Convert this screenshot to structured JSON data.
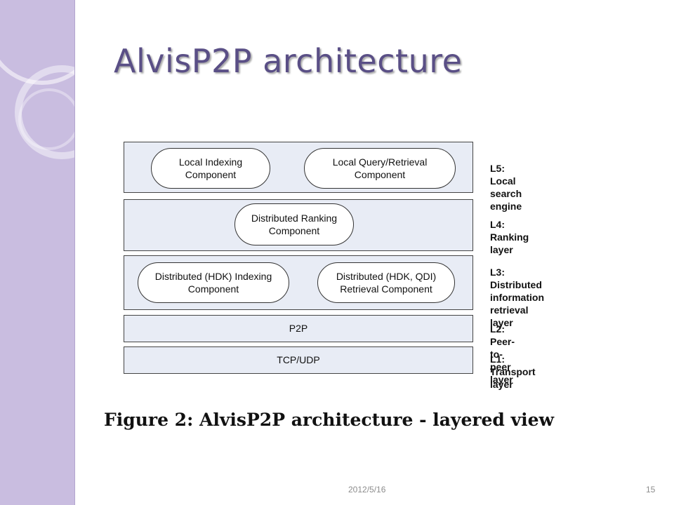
{
  "slide": {
    "title": "AlvisP2P architecture",
    "date": "2012/5/16",
    "page_number": "15"
  },
  "diagram": {
    "layers": [
      {
        "id": "L5",
        "label": "L5: Local search engine",
        "components": [
          "Local Indexing\nComponent",
          "Local Query/Retrieval\nComponent"
        ]
      },
      {
        "id": "L4",
        "label": "L4: Ranking layer",
        "components": [
          "Distributed Ranking\nComponent"
        ]
      },
      {
        "id": "L3",
        "label": "L3: Distributed\ninformation retrieval layer",
        "components": [
          "Distributed (HDK) Indexing\nComponent",
          "Distributed (HDK, QDI)\nRetrieval Component"
        ]
      },
      {
        "id": "L2",
        "label": "L2: Peer-to-peer layer",
        "band_text": "P2P"
      },
      {
        "id": "L1",
        "label": "L1: Transport layer",
        "band_text": "TCP/UDP"
      }
    ],
    "caption": "Figure 2:  AlvisP2P architecture - layered view"
  },
  "colors": {
    "sidebar": "#c9bde0",
    "title": "#5a4f86",
    "layer_fill": "#e8ecf5"
  }
}
